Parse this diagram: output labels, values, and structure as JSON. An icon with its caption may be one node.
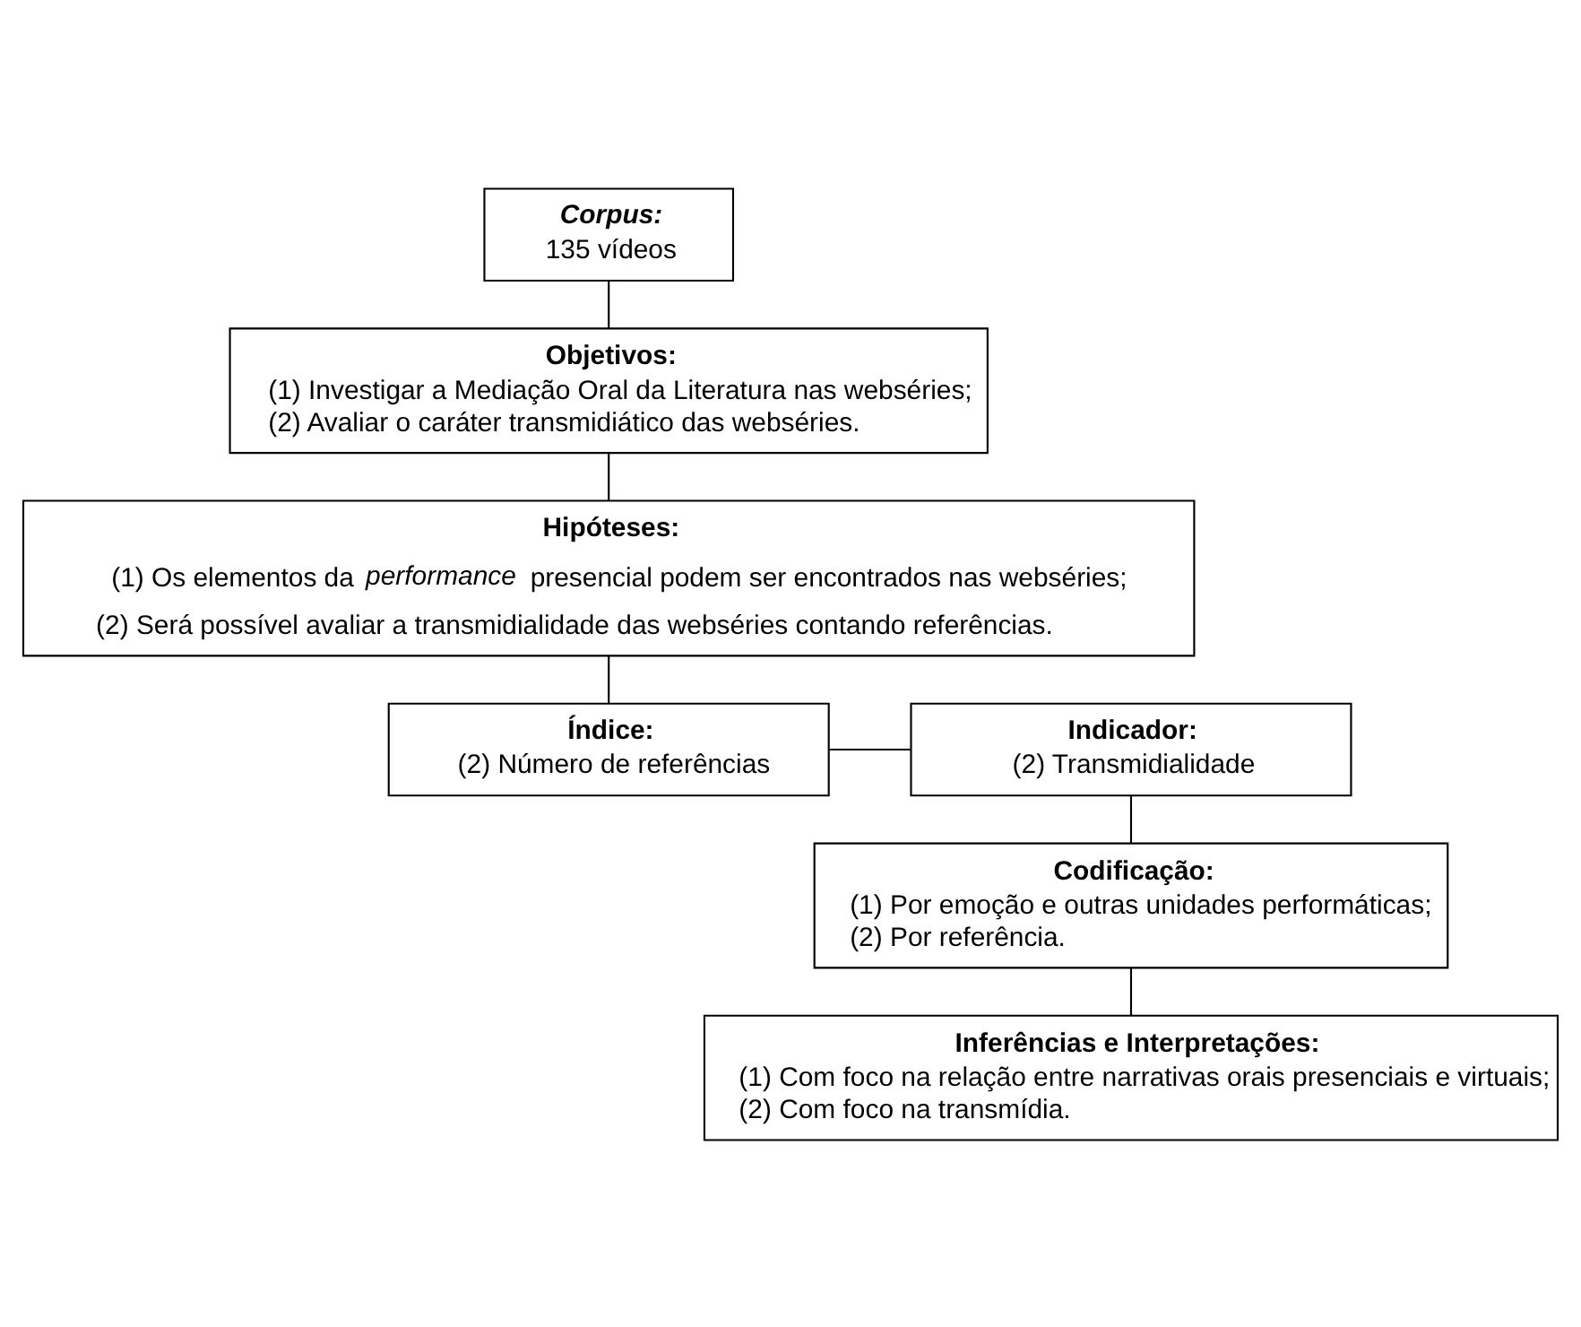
{
  "diagram": {
    "nodes": [
      {
        "text": [
          "Corpus:",
          "135 vídeos"
        ]
      },
      {
        "text": [
          "Objetivos:",
          "(1) Investigar a Mediação Oral da Literatura nas webséries;",
          "(2) Avaliar o caráter transmidiático das webséries."
        ]
      },
      {
        "text": [
          "Hipóteses:",
          "(1) Os elementos da *performance* presencial podem ser encontrados nas webséries;",
          "(2) Será possível avaliar a transmidialidade das webséries contando referências."
        ]
      },
      {
        "text": [
          "Índice:",
          "(2) Número de referências"
        ]
      },
      {
        "text": [
          "Indicador:",
          "(2) Transmidialidade"
        ]
      },
      {
        "text": [
          "Codificação:",
          "(1) Por emoção e outras unidades performáticas;",
          "(2) Por referência."
        ]
      },
      {
        "text": [
          "Inferências e Interpretações:",
          "(1) Com foco na relação entre narrativas orais presenciais e virtuais;",
          "(2) Com foco na transmídia."
        ]
      }
    ],
    "edges": [
      {
        "from": 0,
        "to": 1,
        "arrow": "none"
      },
      {
        "from": 1,
        "to": 2,
        "arrow": "none"
      },
      {
        "from": 2,
        "to": 3,
        "arrow": "none"
      },
      {
        "from": 3,
        "to": 4,
        "arrow": "none"
      },
      {
        "from": 4,
        "to": 5,
        "arrow": "none"
      },
      {
        "from": 5,
        "to": 6,
        "arrow": "none"
      }
    ]
  }
}
